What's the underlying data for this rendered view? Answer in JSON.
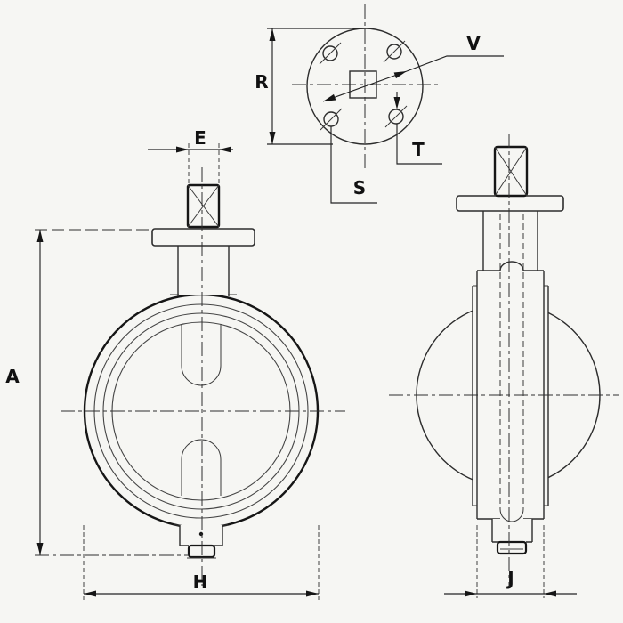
{
  "colors": {
    "background": "#f6f6f3",
    "line": "#2d2d2d",
    "bold_line": "#161616",
    "label": "#111111"
  },
  "views": {
    "top": {
      "labels": {
        "R": "R",
        "V": "V",
        "T": "T",
        "S": "S"
      }
    },
    "front": {
      "labels": {
        "E": "E",
        "A": "A",
        "H": "H"
      }
    },
    "side": {
      "labels": {
        "J": "J"
      }
    }
  }
}
